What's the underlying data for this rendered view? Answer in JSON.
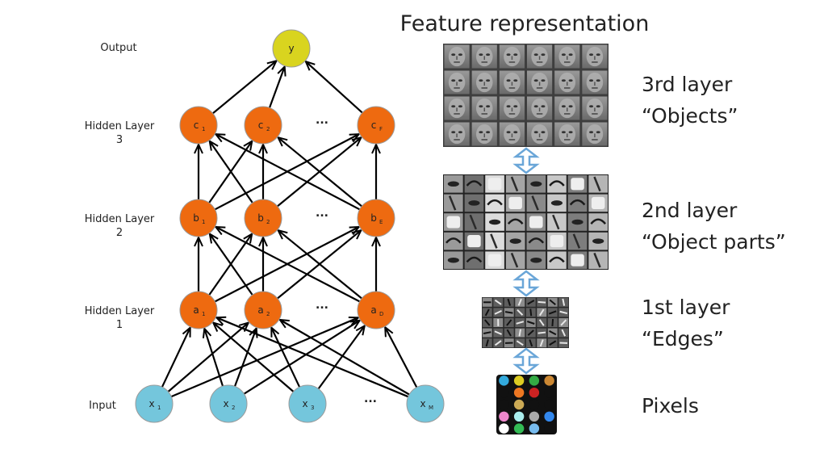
{
  "network": {
    "layers": [
      {
        "label_lines": [
          "Output"
        ],
        "nodes": [
          {
            "main": "y",
            "sub": ""
          }
        ],
        "color": "#d9d41f"
      },
      {
        "label_lines": [
          "Hidden Layer",
          "3"
        ],
        "nodes": [
          {
            "main": "c",
            "sub": "1"
          },
          {
            "main": "c",
            "sub": "2"
          },
          {
            "main": "c",
            "sub": "F"
          }
        ],
        "ellipsis": "...",
        "color": "#ee6a10"
      },
      {
        "label_lines": [
          "Hidden Layer",
          "2"
        ],
        "nodes": [
          {
            "main": "b",
            "sub": "1"
          },
          {
            "main": "b",
            "sub": "2"
          },
          {
            "main": "b",
            "sub": "E"
          }
        ],
        "ellipsis": "...",
        "color": "#ee6a10"
      },
      {
        "label_lines": [
          "Hidden Layer",
          "1"
        ],
        "nodes": [
          {
            "main": "a",
            "sub": "1"
          },
          {
            "main": "a",
            "sub": "2"
          },
          {
            "main": "a",
            "sub": "D"
          }
        ],
        "ellipsis": "...",
        "color": "#ee6a10"
      },
      {
        "label_lines": [
          "Input"
        ],
        "nodes": [
          {
            "main": "x",
            "sub": "1"
          },
          {
            "main": "x",
            "sub": "2"
          },
          {
            "main": "x",
            "sub": "3"
          },
          {
            "main": "x",
            "sub": "M"
          }
        ],
        "ellipsis": "...",
        "color": "#74c6dc"
      }
    ]
  },
  "features": {
    "title": "Feature representation",
    "levels": [
      {
        "lines": [
          "3rd layer",
          "“Objects”"
        ],
        "image": "face-filters"
      },
      {
        "lines": [
          "2nd layer",
          "“Object parts”"
        ],
        "image": "part-filters"
      },
      {
        "lines": [
          "1st layer",
          "“Edges”"
        ],
        "image": "edge-filters"
      },
      {
        "lines": [
          "Pixels"
        ],
        "image": "pixel-grid"
      }
    ],
    "connector": "double-arrow-icon",
    "pixel_colors": [
      [
        "#33aadd",
        "#ddcc22",
        "#33aa44",
        "#cc8833"
      ],
      [
        "#111111",
        "#ee7722",
        "#cc2222",
        "#111111"
      ],
      [
        "#111111",
        "#ccaa55",
        "#111111",
        "#111111"
      ],
      [
        "#ee88cc",
        "#aaeeee",
        "#aaaaaa",
        "#3388ee"
      ],
      [
        "#ffffff",
        "#33bb55",
        "#77bbee",
        "#111111"
      ]
    ]
  }
}
